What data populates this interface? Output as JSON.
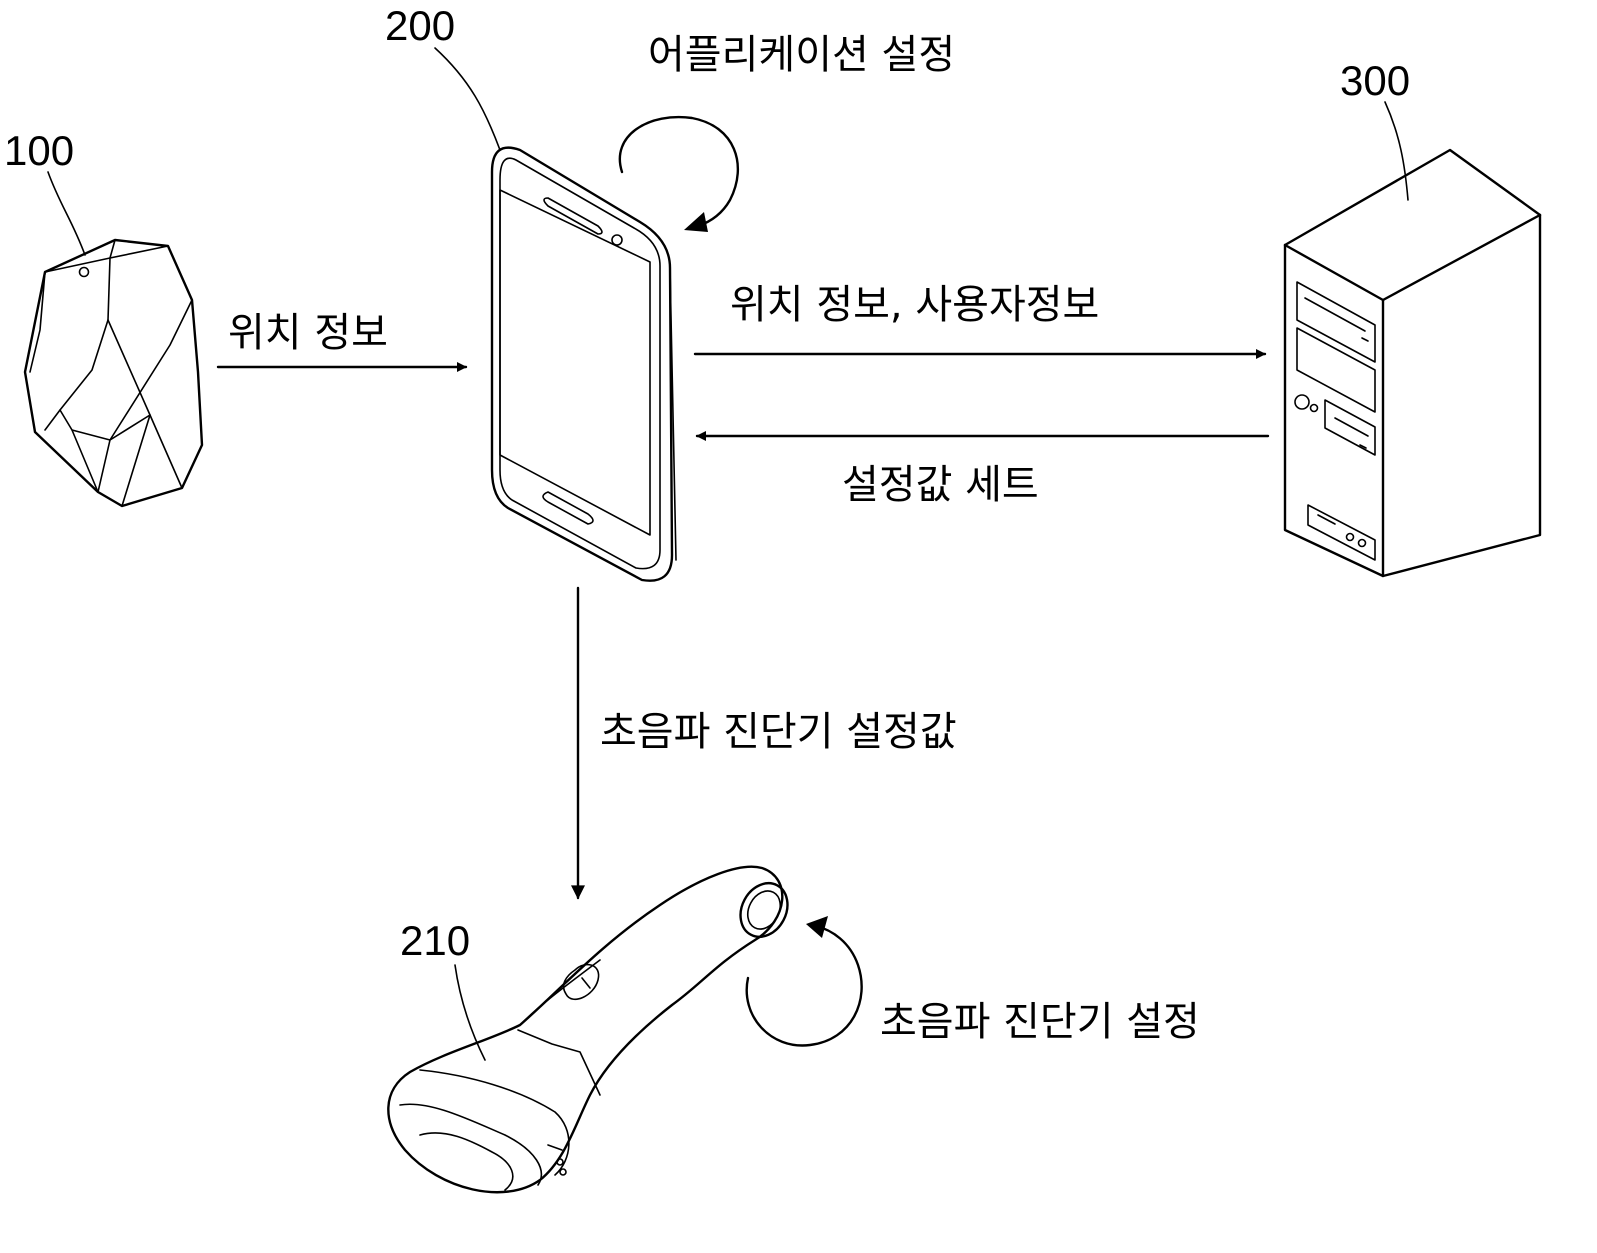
{
  "refs": {
    "beacon": "100",
    "smartphone": "200",
    "server": "300",
    "probe": "210"
  },
  "labels": {
    "app_settings": "어플리케이션 설정",
    "location_info": "위치 정보",
    "location_user_info": "위치 정보, 사용자정보",
    "settings_set": "설정값 세트",
    "ultrasound_values": "초음파 진단기 설정값",
    "ultrasound_settings": "초음파 진단기 설정"
  }
}
